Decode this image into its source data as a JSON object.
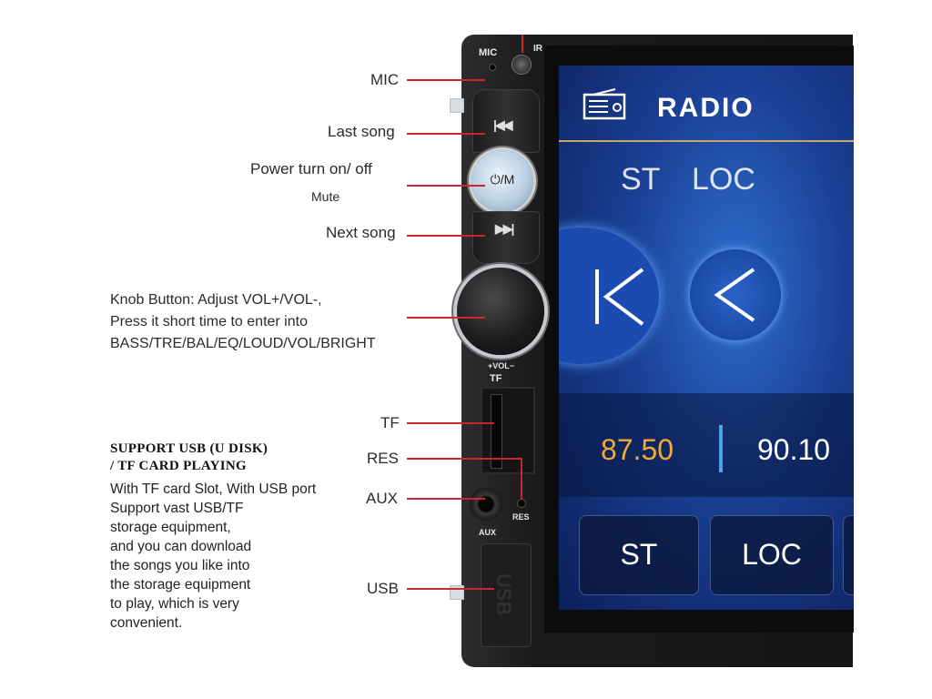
{
  "callouts": {
    "mic": "MIC",
    "last_song": "Last song",
    "power": "Power turn on/ off",
    "mute": "Mute",
    "next_song": "Next song",
    "knob_line1": "Knob Button: Adjust VOL+/VOL-,",
    "knob_line2": "Press it short time to enter into",
    "knob_line3": "BASS/TRE/BAL/EQ/LOUD/VOL/BRIGHT",
    "tf": "TF",
    "res": "RES",
    "aux": "AUX",
    "usb": "USB"
  },
  "support": {
    "heading1": "SUPPORT USB (U DISK)",
    "heading2": "/ TF CARD PLAYING",
    "lines": [
      "With TF card Slot, With USB port",
      "Support vast USB/TF",
      "storage equipment,",
      "and you can download",
      "the songs you like into",
      "the storage equipment",
      "to play, which is very",
      "convenient."
    ]
  },
  "panel": {
    "mic": "MIC",
    "ir": "IR",
    "power_button": "⏻/M",
    "vol": "+VOL−",
    "tf": "TF",
    "aux": "AUX",
    "res": "RES",
    "usb": "USB"
  },
  "screen": {
    "title": "RADIO",
    "tab_st": "ST",
    "tab_loc": "LOC",
    "freq_current": "87.50",
    "freq_next": "90.10",
    "btn_st": "ST",
    "btn_loc": "LOC"
  },
  "colors": {
    "callout_line": "#c8282c",
    "freq_current": "#f3a93a",
    "screen_blue": "#1a3f94"
  }
}
